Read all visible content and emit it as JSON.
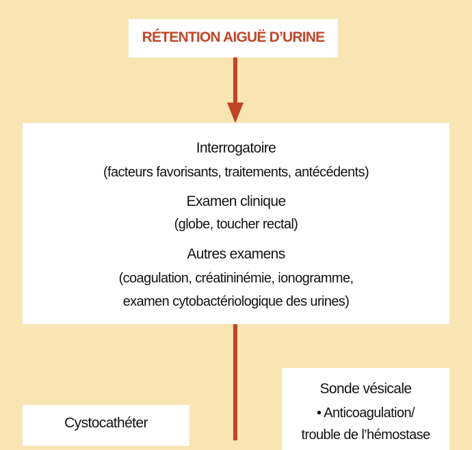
{
  "title": "RÉTENTION AIGUË D’URINE",
  "main": {
    "h1": "Interrogatoire",
    "p1": "(facteurs favorisants, traitements, antécédents)",
    "h2": "Examen clinique",
    "p2": "(globe, toucher rectal)",
    "h3": "Autres examens",
    "p3a": "(coagulation, créatininémie, ionogramme,",
    "p3b": "examen cytobactériologique des urines)"
  },
  "right": {
    "title": "Sonde vésicale",
    "item1": "• Anticoagulation/",
    "item1b": "trouble de l’hémostase"
  },
  "left": {
    "title": "Cystocathéter"
  },
  "colors": {
    "background": "#f9e4b3",
    "accent": "#bf4527"
  }
}
